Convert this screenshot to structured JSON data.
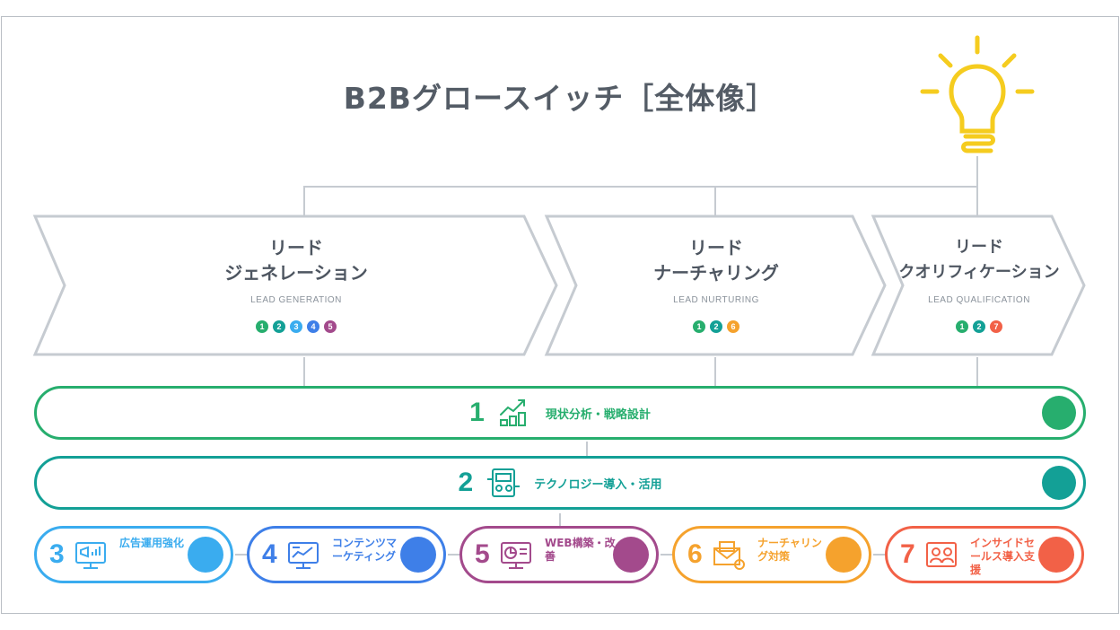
{
  "title": "B2Bグロースイッチ［全体像］",
  "colors": {
    "green": "#27ae6e",
    "teal": "#13a096",
    "sky": "#3aacef",
    "blue": "#3e7fe8",
    "purple": "#a34a8c",
    "orange": "#f5a22d",
    "red": "#f26147",
    "yellow": "#f5cc1f",
    "gray": "#c6cbd1"
  },
  "stages": [
    {
      "line1": "リード",
      "line2": "ジェネレーション",
      "sub": "LEAD GENERATION",
      "nums": [
        "1",
        "2",
        "3",
        "4",
        "5"
      ]
    },
    {
      "line1": "リード",
      "line2": "ナーチャリング",
      "sub": "LEAD NURTURING",
      "nums": [
        "1",
        "2",
        "6"
      ]
    },
    {
      "line1": "リード",
      "line2": "クオリフィケーション",
      "sub": "LEAD QUALIFICATION",
      "nums": [
        "1",
        "2",
        "7"
      ]
    }
  ],
  "bars": [
    {
      "num": "1",
      "label": "現状分析・戦略設計",
      "icon": "growth-chart-icon"
    },
    {
      "num": "2",
      "label": "テクノロジー導入・活用",
      "icon": "technology-icon"
    }
  ],
  "pills": [
    {
      "num": "3",
      "label": "広告運用強化",
      "icon": "megaphone-ads-icon"
    },
    {
      "num": "4",
      "label": "コンテンツマーケティング",
      "icon": "monitor-content-icon"
    },
    {
      "num": "5",
      "label": "WEB構築・改善",
      "icon": "web-analytics-icon"
    },
    {
      "num": "6",
      "label": "ナーチャリング対策",
      "icon": "mail-nurturing-icon"
    },
    {
      "num": "7",
      "label": "インサイドセールス導入支援",
      "icon": "inside-sales-icon"
    }
  ]
}
